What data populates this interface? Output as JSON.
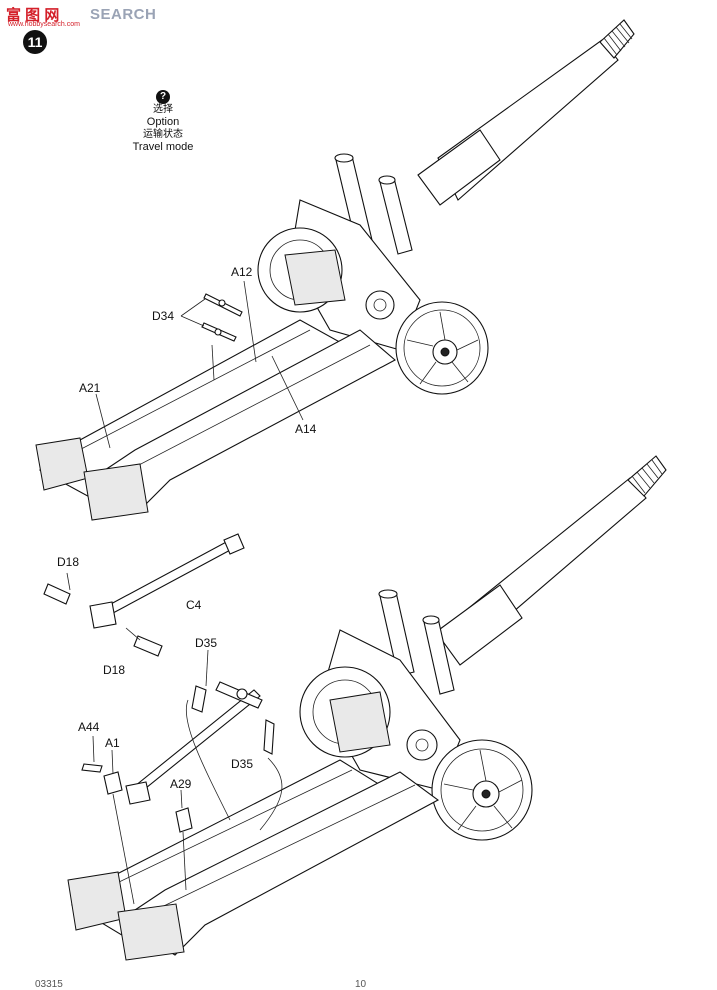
{
  "watermark": {
    "logo": "富 图 网",
    "site": "SEARCH",
    "url": "www.hobbysearch.com"
  },
  "step": {
    "number": "11"
  },
  "option": {
    "zh_option": "选择",
    "en_option": "Option",
    "zh_mode": "运输状态",
    "en_mode": "Travel mode"
  },
  "labels": {
    "a12": "A12",
    "d34": "D34",
    "a21": "A21",
    "a14": "A14",
    "d18_top": "D18",
    "c4": "C4",
    "d18_bottom": "D18",
    "d35_top": "D35",
    "a44": "A44",
    "a1": "A1",
    "a29": "A29",
    "d35_bottom": "D35"
  },
  "footer": {
    "left": "03315",
    "right": "10"
  }
}
